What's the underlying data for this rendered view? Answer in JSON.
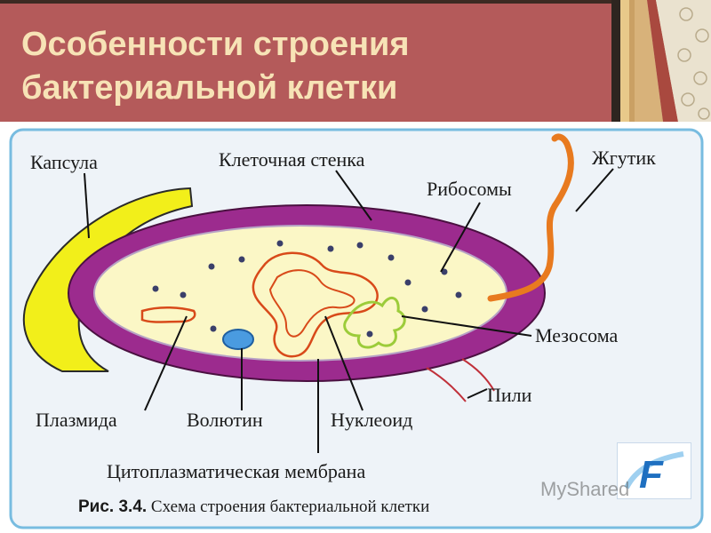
{
  "slide": {
    "title_line1": "Особенности строения",
    "title_line2": "бактериальной клетки"
  },
  "diagram": {
    "labels": {
      "capsule": "Капсула",
      "cell_wall": "Клеточная стенка",
      "flagellum": "Жгутик",
      "ribosomes": "Рибосомы",
      "mesosome": "Мезосома",
      "pili": "Пили",
      "plasmid": "Плазмида",
      "volutin": "Волютин",
      "nucleoid": "Нуклеоид",
      "cytoplasmic_membrane": "Цитоплазматическая мембрана"
    },
    "caption_prefix": "Рис. 3.4.",
    "caption_text": "Схема строения бактериальной клетки",
    "colors": {
      "header": "#b45a5a",
      "title": "#f7e3b6",
      "frame": "#78bce0",
      "frame_fill": "#eef3f8",
      "capsule": "#f2ef1a",
      "cell_wall": "#9c2b8e",
      "cytoplasm": "#fbf7c6",
      "flagellum": "#e87a1f",
      "nucleoid": "#d84a1a",
      "mesosome": "#9ccc3a",
      "volutin": "#4a9be0",
      "ribosome": "#3a3f6a"
    }
  },
  "branding": {
    "logo_letter": "F",
    "watermark": "MyShared"
  }
}
